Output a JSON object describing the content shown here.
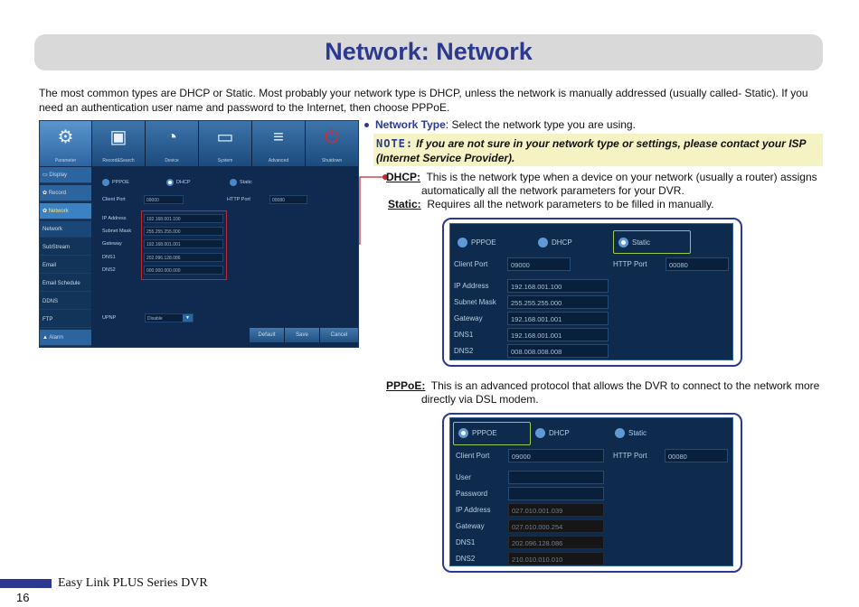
{
  "title": "Network: Network",
  "intro": "The most common types are DHCP or Static. Most probably your network type is DHCP, unless the network is manually addressed (usually called- Static). If you need an authentication user name and password to the Internet, then choose PPPoE.",
  "bullet": {
    "label": "Network Type",
    "text": ": Select the network type you are using."
  },
  "note": {
    "badge": "NOTE:",
    "text": "If you are not sure in your network type or settings, please contact your ISP (Internet Service Provider)."
  },
  "dhcp": {
    "term": "DHCP:",
    "text": "This is the network type when a device on your network (usually a router) assigns",
    "text2": "automatically all the network parameters for your DVR."
  },
  "static": {
    "term": "Static:",
    "text": "Requires all the network parameters to be filled in manually."
  },
  "pppoe": {
    "term": "PPPoE:",
    "text": "This is an advanced protocol that allows the DVR to connect to the network more",
    "text2": "directly via DSL modem."
  },
  "footer": {
    "product": "Easy Link PLUS Series DVR",
    "page": "16"
  },
  "colors": {
    "accent": "#2b3990",
    "callout": "#c1272d",
    "note_bg": "#f5f2c4"
  },
  "dvr": {
    "toolbar": [
      {
        "label": "Parameter",
        "icon": "gear-icon",
        "glyph": "⚙"
      },
      {
        "label": "Record&Search",
        "icon": "film-icon",
        "glyph": "▣"
      },
      {
        "label": "Device",
        "icon": "device-icon",
        "glyph": "◔"
      },
      {
        "label": "System",
        "icon": "monitor-icon",
        "glyph": "▭"
      },
      {
        "label": "Advanced",
        "icon": "sliders-icon",
        "glyph": "≡"
      },
      {
        "label": "Shutdown",
        "icon": "power-icon",
        "glyph": "⏻"
      }
    ],
    "sidebar": [
      "Display",
      "Record",
      "Network",
      "Network",
      "SubStream",
      "Email",
      "Email Schedule",
      "DDNS",
      "FTP",
      "Alarm"
    ],
    "modes": [
      "PPPOE",
      "DHCP",
      "Static"
    ],
    "client_port_label": "Client Port",
    "client_port": "09000",
    "http_port_label": "HTTP Port",
    "http_port": "00080",
    "rows": [
      {
        "label": "IP Address",
        "value": "192.168.001.100"
      },
      {
        "label": "Subnet Mask",
        "value": "255.255.255.000"
      },
      {
        "label": "Gateway",
        "value": "192.168.001.001"
      },
      {
        "label": "DNS1",
        "value": "202.096.128.086"
      },
      {
        "label": "DNS2",
        "value": "000.000.000.000"
      }
    ],
    "upnp_label": "UPNP",
    "upnp_value": "Disable",
    "buttons": [
      "Default",
      "Save",
      "Cancel"
    ]
  },
  "static_panel": {
    "modes": [
      "PPPOE",
      "DHCP",
      "Static"
    ],
    "client_port_label": "Client Port",
    "client_port": "09000",
    "http_port_label": "HTTP Port",
    "http_port": "00080",
    "rows": [
      {
        "label": "IP Address",
        "value": "192.168.001.100"
      },
      {
        "label": "Subnet Mask",
        "value": "255.255.255.000"
      },
      {
        "label": "Gateway",
        "value": "192.168.001.001"
      },
      {
        "label": "DNS1",
        "value": "192.168.001.001"
      },
      {
        "label": "DNS2",
        "value": "008.008.008.008"
      }
    ]
  },
  "pppoe_panel": {
    "modes": [
      "PPPOE",
      "DHCP",
      "Static"
    ],
    "client_port_label": "Client Port",
    "client_port": "09000",
    "http_port_label": "HTTP Port",
    "http_port": "00080",
    "user_label": "User",
    "password_label": "Password",
    "rows": [
      {
        "label": "IP Address",
        "value": "027.010.001.039"
      },
      {
        "label": "Gateway",
        "value": "027.010.000.254"
      },
      {
        "label": "DNS1",
        "value": "202.096.128.086"
      },
      {
        "label": "DNS2",
        "value": "210.010.010.010"
      }
    ]
  }
}
